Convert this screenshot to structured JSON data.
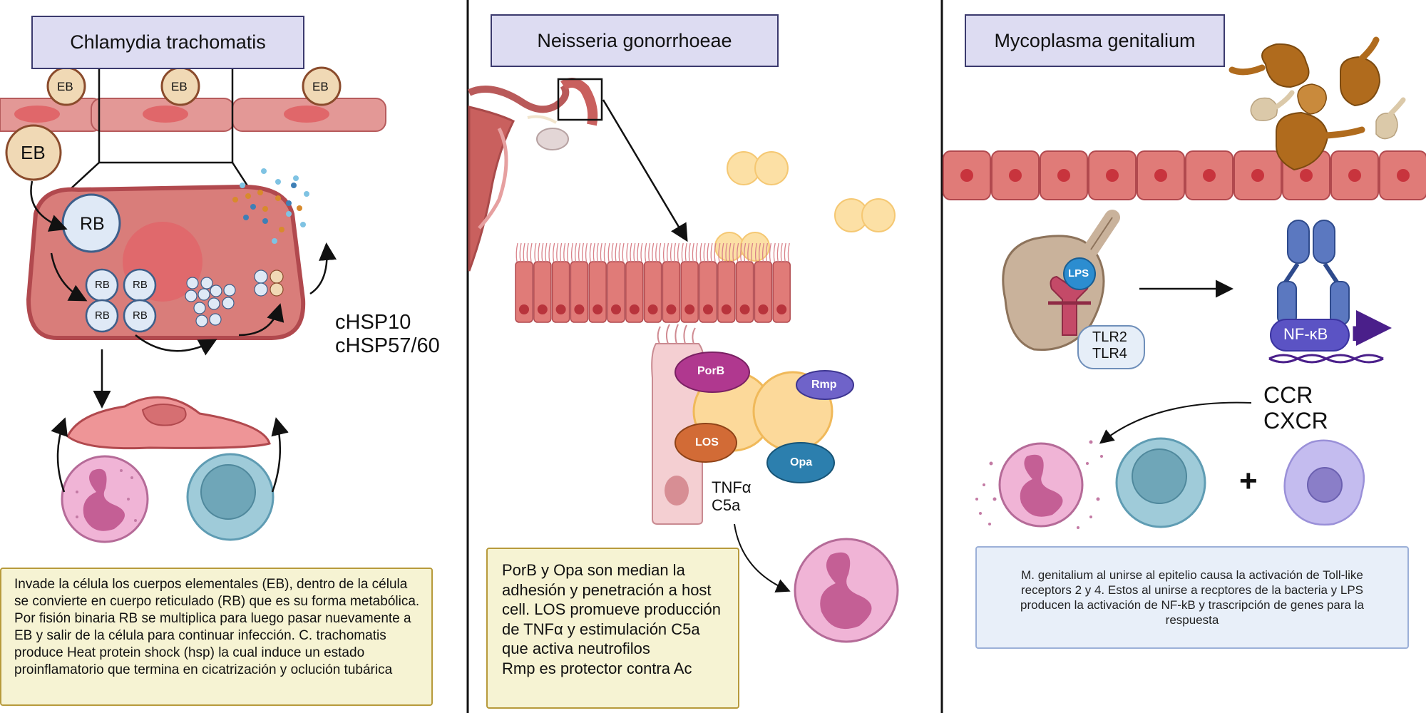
{
  "panels": {
    "chlamydia": {
      "title": "Chlamydia trachomatis",
      "eb_label": "EB",
      "rb_label": "RB",
      "hsp_text": "cHSP10\ncHSP57/60",
      "description": "Invade la célula los cuerpos elementales (EB), dentro de la célula se convierte en cuerpo reticulado (RB) que es su forma metabólica. Por fisión binaria RB se multiplica para luego pasar nuevamente a EB y salir de la célula para continuar infección. C. trachomatis produce Heat protein shock (hsp) la cual induce un estado proinflamatorio que termina en cicatrización y oclución tubárica"
    },
    "neisseria": {
      "title": "Neisseria gonorrhoeae",
      "porb": "PorB",
      "rmp": "Rmp",
      "los": "LOS",
      "opa": "Opa",
      "cytokines": "TNFα\nC5a",
      "description": "PorB y Opa son median la adhesión y penetración a host cell. LOS promueve producción de TNFα y estimulación C5a que activa neutrofilos\nRmp es protector contra Ac"
    },
    "mycoplasma": {
      "title": "Mycoplasma genitalium",
      "lps": "LPS",
      "tlr": "TLR2\nTLR4",
      "nfkb": "NF-κB",
      "chemokines": "CCR\nCXCR",
      "plus": "+",
      "description": "M. genitalium al unirse al epitelio causa la activación de Toll-like receptors 2 y 4. Estos al unirse a recptores de la bacteria y LPS producen la activación de NF-kB y trascripción de genes para la respuesta"
    }
  },
  "colors": {
    "title_bg": "#dddcf2",
    "epithelium": "#e07b78",
    "note_yellow": "#f6f3d3",
    "note_blue": "#e8eff9",
    "porb": "#b0388f",
    "rmp": "#6f63c9",
    "los": "#d26b36",
    "opa": "#2c7fae",
    "nfkb": "#5b53c4"
  }
}
